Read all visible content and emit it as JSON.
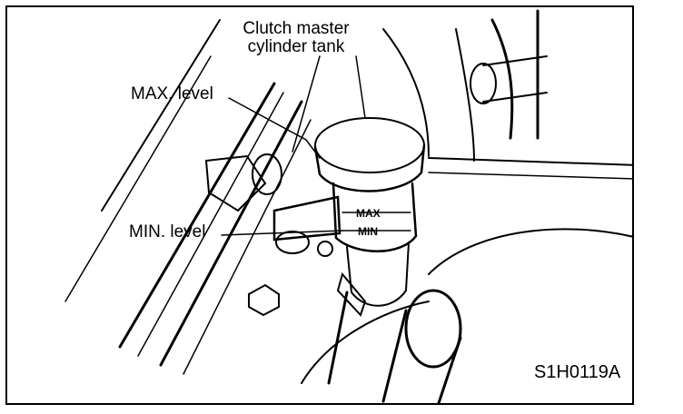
{
  "labels": {
    "tank_line1": "Clutch master",
    "tank_line2": "cylinder tank",
    "max_level": "MAX. level",
    "min_level": "MIN. level",
    "figure_code": "S1H0119A",
    "tank_max_mark": "MAX",
    "tank_min_mark": "MIN"
  }
}
